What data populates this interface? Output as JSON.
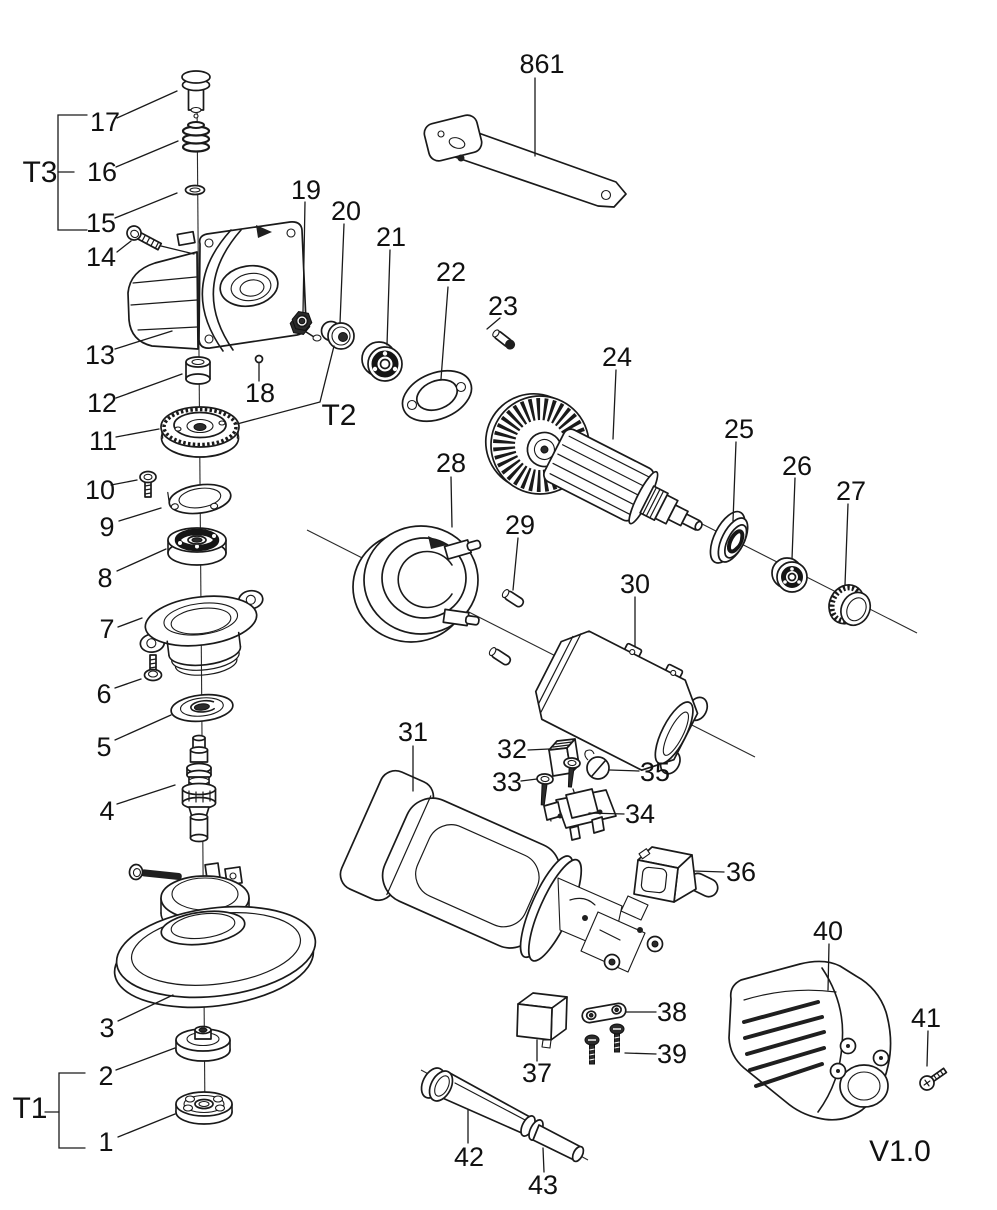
{
  "diagram": {
    "background_color": "#ffffff",
    "ink_color": "#1a1a1a"
  },
  "labels": {
    "1": "1",
    "2": "2",
    "3": "3",
    "4": "4",
    "5": "5",
    "6": "6",
    "7": "7",
    "8": "8",
    "9": "9",
    "10": "10",
    "11": "11",
    "12": "12",
    "13": "13",
    "14": "14",
    "15": "15",
    "16": "16",
    "17": "17",
    "18": "18",
    "19": "19",
    "20": "20",
    "21": "21",
    "22": "22",
    "23": "23",
    "24": "24",
    "25": "25",
    "26": "26",
    "27": "27",
    "28": "28",
    "29": "29",
    "30": "30",
    "31": "31",
    "32": "32",
    "33": "33",
    "34": "34",
    "35": "35",
    "36": "36",
    "37": "37",
    "38": "38",
    "39": "39",
    "40": "40",
    "41": "41",
    "42": "42",
    "43": "43",
    "861": "861",
    "T1": "T1",
    "T2": "T2",
    "T3": "T3",
    "version": "V1.0"
  }
}
